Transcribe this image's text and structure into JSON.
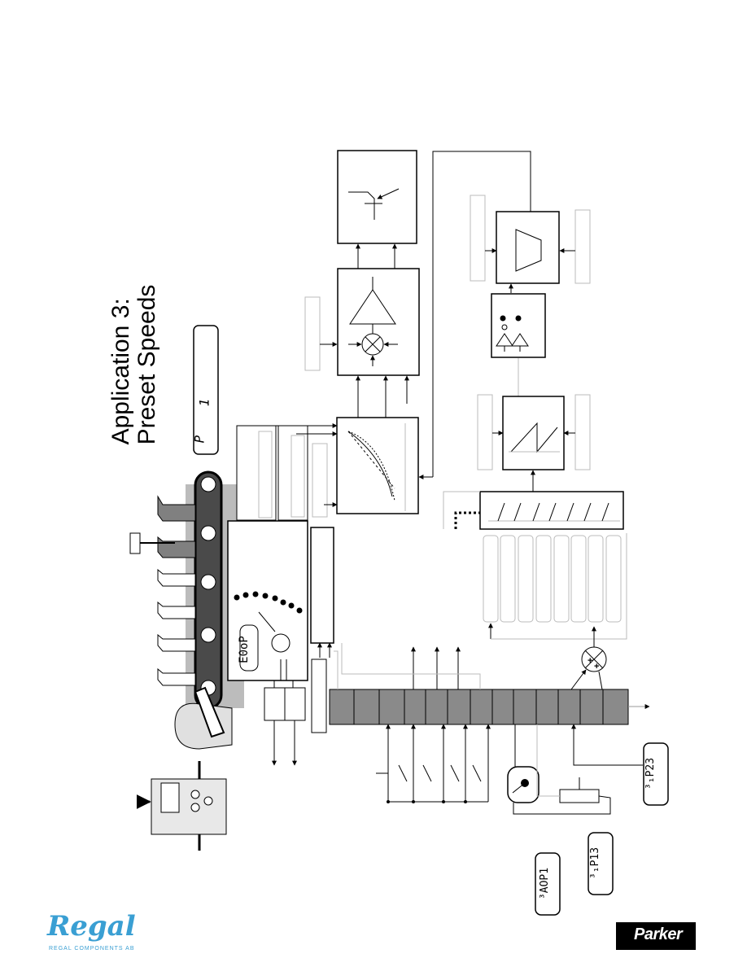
{
  "title": {
    "line1": "Application  3:",
    "line2": "Preset Speeds"
  },
  "displays": {
    "top_left": "P",
    "top_right": "1",
    "encoder": "E0oP",
    "sp23": "³₁P23",
    "sp13": "³₁P13",
    "saop": "³AOP1"
  },
  "logos": {
    "regal_word": "Regal",
    "regal_sub": "REGAL COMPONENTS AB",
    "parker": "Parker"
  },
  "colors": {
    "line": "#000000",
    "grey_fill": "#8a8a8a",
    "light_grey": "#c8c8c8",
    "regal_blue": "#3a9fd3"
  }
}
